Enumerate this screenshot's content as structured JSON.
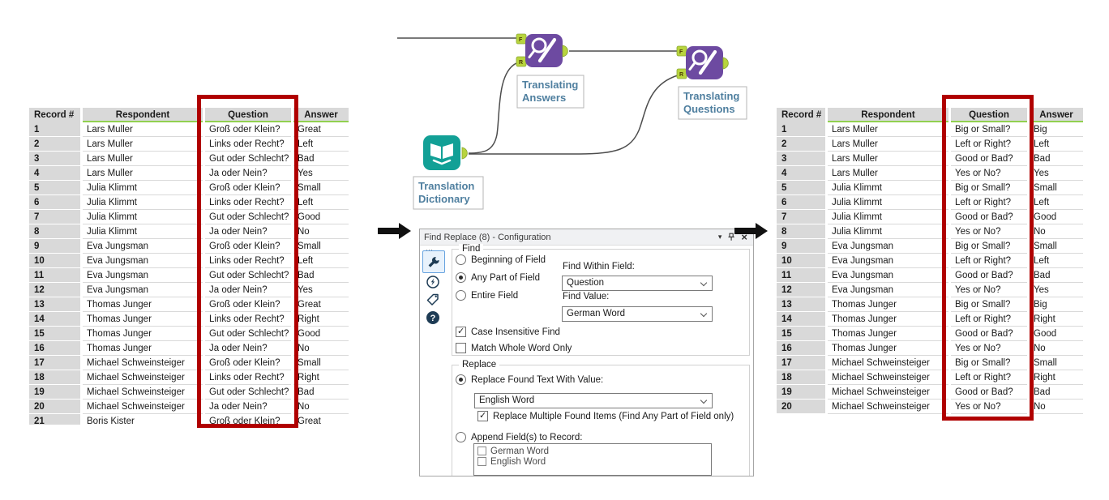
{
  "left_table": {
    "headers": [
      "Record #",
      "Respondent",
      "Question",
      "Answer"
    ],
    "rows": [
      [
        "1",
        "Lars Muller",
        "Groß oder Klein?",
        "Great"
      ],
      [
        "2",
        "Lars Muller",
        "Links oder Recht?",
        "Left"
      ],
      [
        "3",
        "Lars Muller",
        "Gut oder Schlecht?",
        "Bad"
      ],
      [
        "4",
        "Lars Muller",
        "Ja oder Nein?",
        "Yes"
      ],
      [
        "5",
        "Julia Klimmt",
        "Groß oder Klein?",
        "Small"
      ],
      [
        "6",
        "Julia Klimmt",
        "Links oder Recht?",
        "Left"
      ],
      [
        "7",
        "Julia Klimmt",
        "Gut oder Schlecht?",
        "Good"
      ],
      [
        "8",
        "Julia Klimmt",
        "Ja oder Nein?",
        "No"
      ],
      [
        "9",
        "Eva Jungsman",
        "Groß oder Klein?",
        "Small"
      ],
      [
        "10",
        "Eva Jungsman",
        "Links oder Recht?",
        "Left"
      ],
      [
        "11",
        "Eva Jungsman",
        "Gut oder Schlecht?",
        "Bad"
      ],
      [
        "12",
        "Eva Jungsman",
        "Ja oder Nein?",
        "Yes"
      ],
      [
        "13",
        "Thomas Junger",
        "Groß oder Klein?",
        "Great"
      ],
      [
        "14",
        "Thomas Junger",
        "Links oder Recht?",
        "Right"
      ],
      [
        "15",
        "Thomas Junger",
        "Gut oder Schlecht?",
        "Good"
      ],
      [
        "16",
        "Thomas Junger",
        "Ja oder Nein?",
        "No"
      ],
      [
        "17",
        "Michael Schweinsteiger",
        "Groß oder Klein?",
        "Small"
      ],
      [
        "18",
        "Michael Schweinsteiger",
        "Links oder Recht?",
        "Right"
      ],
      [
        "19",
        "Michael Schweinsteiger",
        "Gut oder Schlecht?",
        "Bad"
      ],
      [
        "20",
        "Michael Schweinsteiger",
        "Ja oder Nein?",
        "No"
      ],
      [
        "21",
        "Boris Kister",
        "Groß oder Klein?",
        "Great"
      ]
    ]
  },
  "right_table": {
    "headers": [
      "Record #",
      "Respondent",
      "Question",
      "Answer"
    ],
    "rows": [
      [
        "1",
        "Lars Muller",
        "Big or Small?",
        "Big"
      ],
      [
        "2",
        "Lars Muller",
        "Left or Right?",
        "Left"
      ],
      [
        "3",
        "Lars Muller",
        "Good or Bad?",
        "Bad"
      ],
      [
        "4",
        "Lars Muller",
        "Yes or No?",
        "Yes"
      ],
      [
        "5",
        "Julia Klimmt",
        "Big or Small?",
        "Small"
      ],
      [
        "6",
        "Julia Klimmt",
        "Left or Right?",
        "Left"
      ],
      [
        "7",
        "Julia Klimmt",
        "Good or Bad?",
        "Good"
      ],
      [
        "8",
        "Julia Klimmt",
        "Yes or No?",
        "No"
      ],
      [
        "9",
        "Eva Jungsman",
        "Big or Small?",
        "Small"
      ],
      [
        "10",
        "Eva Jungsman",
        "Left or Right?",
        "Left"
      ],
      [
        "11",
        "Eva Jungsman",
        "Good or Bad?",
        "Bad"
      ],
      [
        "12",
        "Eva Jungsman",
        "Yes or No?",
        "Yes"
      ],
      [
        "13",
        "Thomas Junger",
        "Big or Small?",
        "Big"
      ],
      [
        "14",
        "Thomas Junger",
        "Left or Right?",
        "Right"
      ],
      [
        "15",
        "Thomas Junger",
        "Good or Bad?",
        "Good"
      ],
      [
        "16",
        "Thomas Junger",
        "Yes or No?",
        "No"
      ],
      [
        "17",
        "Michael Schweinsteiger",
        "Big or Small?",
        "Small"
      ],
      [
        "18",
        "Michael Schweinsteiger",
        "Left or Right?",
        "Right"
      ],
      [
        "19",
        "Michael Schweinsteiger",
        "Good or Bad?",
        "Bad"
      ],
      [
        "20",
        "Michael Schweinsteiger",
        "Yes or No?",
        "No"
      ]
    ]
  },
  "workflow": {
    "anchor_f": "F",
    "anchor_r": "R",
    "tools": [
      {
        "label_line1": "Translating",
        "label_line2": "Answers"
      },
      {
        "label_line1": "Translating",
        "label_line2": "Questions"
      },
      {
        "label_line1": "Translation",
        "label_line2": "Dictionary"
      }
    ]
  },
  "config_panel": {
    "title": "Find Replace (8) - Configuration",
    "find_group": {
      "label": "Find",
      "radios": [
        {
          "label": "Beginning of Field",
          "selected": false
        },
        {
          "label": "Any Part of Field",
          "selected": true
        },
        {
          "label": "Entire Field",
          "selected": false
        }
      ],
      "find_within_label": "Find Within Field:",
      "find_within_value": "Question",
      "find_value_label": "Find Value:",
      "find_value_value": "German Word",
      "checkboxes": [
        {
          "label": "Case Insensitive Find",
          "checked": true
        },
        {
          "label": "Match Whole Word Only",
          "checked": false
        }
      ]
    },
    "replace_group": {
      "label": "Replace",
      "replace_radio_label": "Replace Found Text With Value:",
      "replace_radio_selected": true,
      "replace_value": "English Word",
      "replace_multiple_label": "Replace Multiple Found Items (Find Any Part of Field only)",
      "replace_multiple_checked": true,
      "append_radio_label": "Append Field(s) to Record:",
      "append_radio_selected": false,
      "append_items": [
        {
          "label": "German Word",
          "checked": false
        },
        {
          "label": "English Word",
          "checked": false
        }
      ]
    }
  },
  "colors": {
    "header_accent_green": "#92d050",
    "highlight_red": "#b00000",
    "tool_purple": "#6d4aa1",
    "tool_teal": "#12a096",
    "anchor_green": "#b8d43e",
    "wire_gray": "#4d4d4d",
    "label_blue": "#4f7f9f"
  }
}
